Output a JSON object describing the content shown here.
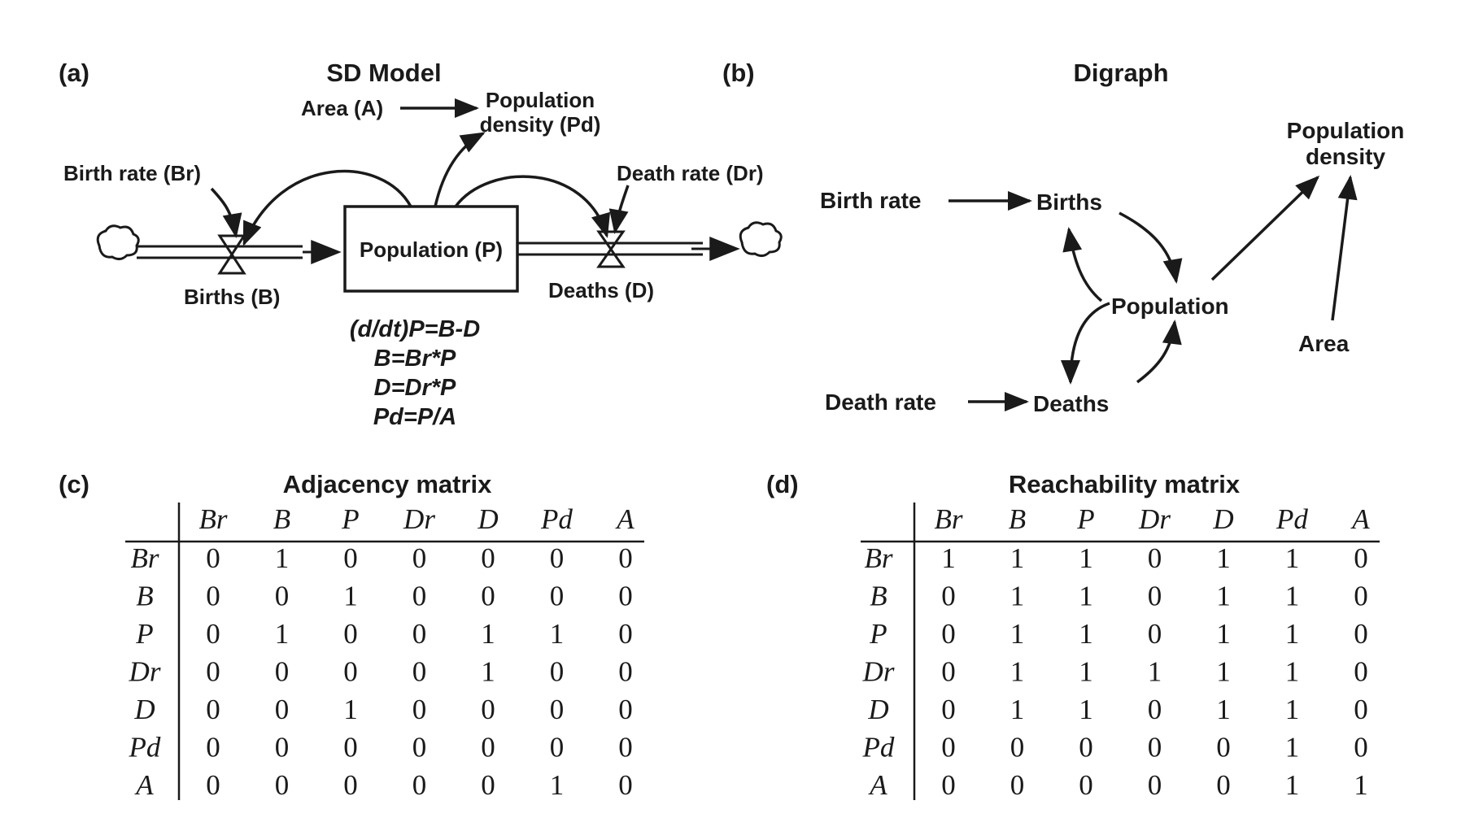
{
  "panels": {
    "a": {
      "tag": "(a)",
      "title": "SD Model"
    },
    "b": {
      "tag": "(b)",
      "title": "Digraph"
    },
    "c": {
      "tag": "(c)",
      "title": "Adjacency matrix"
    },
    "d": {
      "tag": "(d)",
      "title": "Reachability matrix"
    }
  },
  "sd_model": {
    "stock": "Population (P)",
    "births": "Births (B)",
    "deaths": "Deaths (D)",
    "birth_rate": "Birth rate (Br)",
    "death_rate": "Death rate (Dr)",
    "area": "Area (A)",
    "density_line1": "Population",
    "density_line2": "density (Pd)",
    "equations": [
      "(d/dt)P=B-D",
      "B=Br*P",
      "D=Dr*P",
      "Pd=P/A"
    ]
  },
  "digraph": {
    "birth_rate": "Birth rate",
    "births": "Births",
    "population": "Population",
    "deaths": "Deaths",
    "death_rate": "Death rate",
    "area": "Area",
    "density_line1": "Population",
    "density_line2": "density"
  },
  "labels": [
    "Br",
    "B",
    "P",
    "Dr",
    "D",
    "Pd",
    "A"
  ],
  "adjacency": [
    [
      0,
      1,
      0,
      0,
      0,
      0,
      0
    ],
    [
      0,
      0,
      1,
      0,
      0,
      0,
      0
    ],
    [
      0,
      1,
      0,
      0,
      1,
      1,
      0
    ],
    [
      0,
      0,
      0,
      0,
      1,
      0,
      0
    ],
    [
      0,
      0,
      1,
      0,
      0,
      0,
      0
    ],
    [
      0,
      0,
      0,
      0,
      0,
      0,
      0
    ],
    [
      0,
      0,
      0,
      0,
      0,
      1,
      0
    ]
  ],
  "reachability": [
    [
      1,
      1,
      1,
      0,
      1,
      1,
      0
    ],
    [
      0,
      1,
      1,
      0,
      1,
      1,
      0
    ],
    [
      0,
      1,
      1,
      0,
      1,
      1,
      0
    ],
    [
      0,
      1,
      1,
      1,
      1,
      1,
      0
    ],
    [
      0,
      1,
      1,
      0,
      1,
      1,
      0
    ],
    [
      0,
      0,
      0,
      0,
      0,
      1,
      0
    ],
    [
      0,
      0,
      0,
      0,
      0,
      1,
      1
    ]
  ]
}
